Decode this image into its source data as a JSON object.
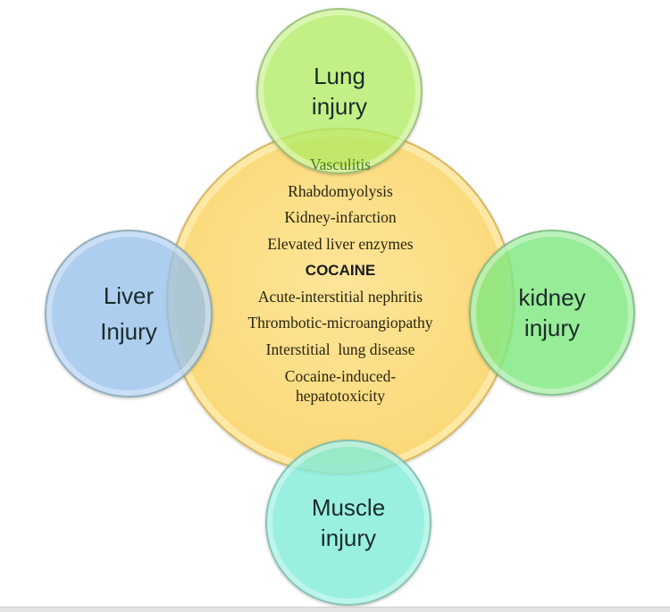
{
  "diagram": {
    "center": {
      "label": "COCAINE",
      "color": "#fbd97a",
      "effects_above": [
        "Vasculitis",
        "Rhabdomyolysis",
        "Kidney-infarction",
        "Elevated liver enzymes"
      ],
      "effects_below": [
        "Acute-interstitial nephritis",
        "Thrombotic-microangiopathy",
        "Interstitial  lung disease"
      ],
      "last_effect": {
        "line1": "Cocaine-induced-",
        "line2": "hepatotoxicity"
      }
    },
    "satellites": {
      "top": {
        "line1": "Lung",
        "line2": "injury",
        "color": "#b2ec64"
      },
      "left": {
        "line1": "Liver",
        "line2": "Injury",
        "color": "#96c0eb"
      },
      "right": {
        "line1": "kidney",
        "line2": "injury",
        "color": "#80e880"
      },
      "bottom": {
        "line1": "Muscle",
        "line2": "injury",
        "color": "#80ecda"
      }
    }
  }
}
